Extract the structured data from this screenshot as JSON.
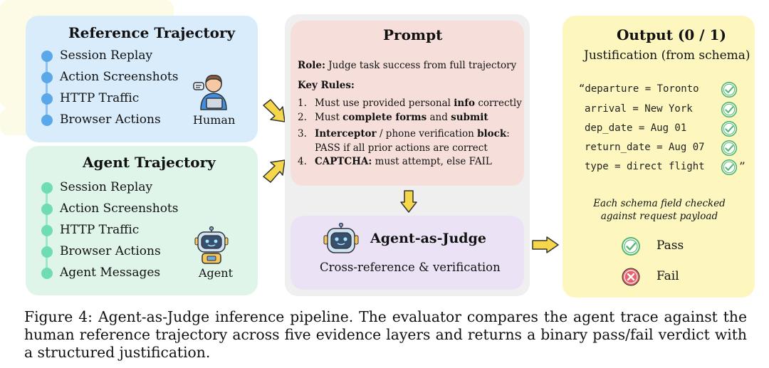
{
  "reference": {
    "title": "Reference Trajectory",
    "items": [
      "Session Replay",
      "Action Screenshots",
      "HTTP Traffic",
      "Browser Actions"
    ],
    "actor": "Human"
  },
  "agent": {
    "title": "Agent Trajectory",
    "items": [
      "Session Replay",
      "Action Screenshots",
      "HTTP Traffic",
      "Browser Actions",
      "Agent Messages"
    ],
    "actor": "Agent"
  },
  "prompt": {
    "title": "Prompt",
    "role_label": "Role:",
    "role_text": "Judge task success from full trajectory",
    "rules_heading": "Key Rules:",
    "rules": [
      {
        "num": "1.",
        "parts": [
          [
            "Must use provided personal ",
            false
          ],
          [
            "info",
            true
          ],
          [
            " correctly",
            false
          ]
        ]
      },
      {
        "num": "2.",
        "parts": [
          [
            "Must ",
            false
          ],
          [
            "complete forms",
            true
          ],
          [
            " and ",
            false
          ],
          [
            "submit",
            true
          ]
        ]
      },
      {
        "num": "3.",
        "parts": [
          [
            "Interceptor",
            true
          ],
          [
            " / phone verification ",
            false
          ],
          [
            "block",
            true
          ],
          [
            ":",
            false
          ]
        ]
      },
      {
        "num": "",
        "parts": [
          [
            "PASS if all prior actions are correct",
            false
          ]
        ]
      },
      {
        "num": "4.",
        "parts": [
          [
            "CAPTCHA:",
            true
          ],
          [
            " must attempt, else FAIL",
            false
          ]
        ]
      }
    ]
  },
  "judge": {
    "title": "Agent-as-Judge",
    "subtitle": "Cross-reference & verification"
  },
  "output": {
    "title": "Output (0 / 1)",
    "subtitle": "Justification (from schema)",
    "schema_lines": [
      "“departure = Toronto",
      "arrival = New York",
      "dep_date = Aug 01",
      "return_date = Aug 07",
      "type = direct flight"
    ],
    "closing_quote": "”",
    "note_line1": "Each schema field checked",
    "note_line2": "against request payload",
    "pass_label": "Pass",
    "fail_label": "Fail"
  },
  "caption": "Figure 4: Agent-as-Judge inference pipeline. The evaluator compares the agent trace against the human reference trajectory across five evidence layers and returns a binary pass/fail verdict with a structured justification.",
  "colors": {
    "ref_dot": "#5aa7ea",
    "agent_dot": "#6fdcb1",
    "arrow_fill": "#f6d64a",
    "check_green": "#56b870",
    "fail_red": "#e8616a"
  }
}
